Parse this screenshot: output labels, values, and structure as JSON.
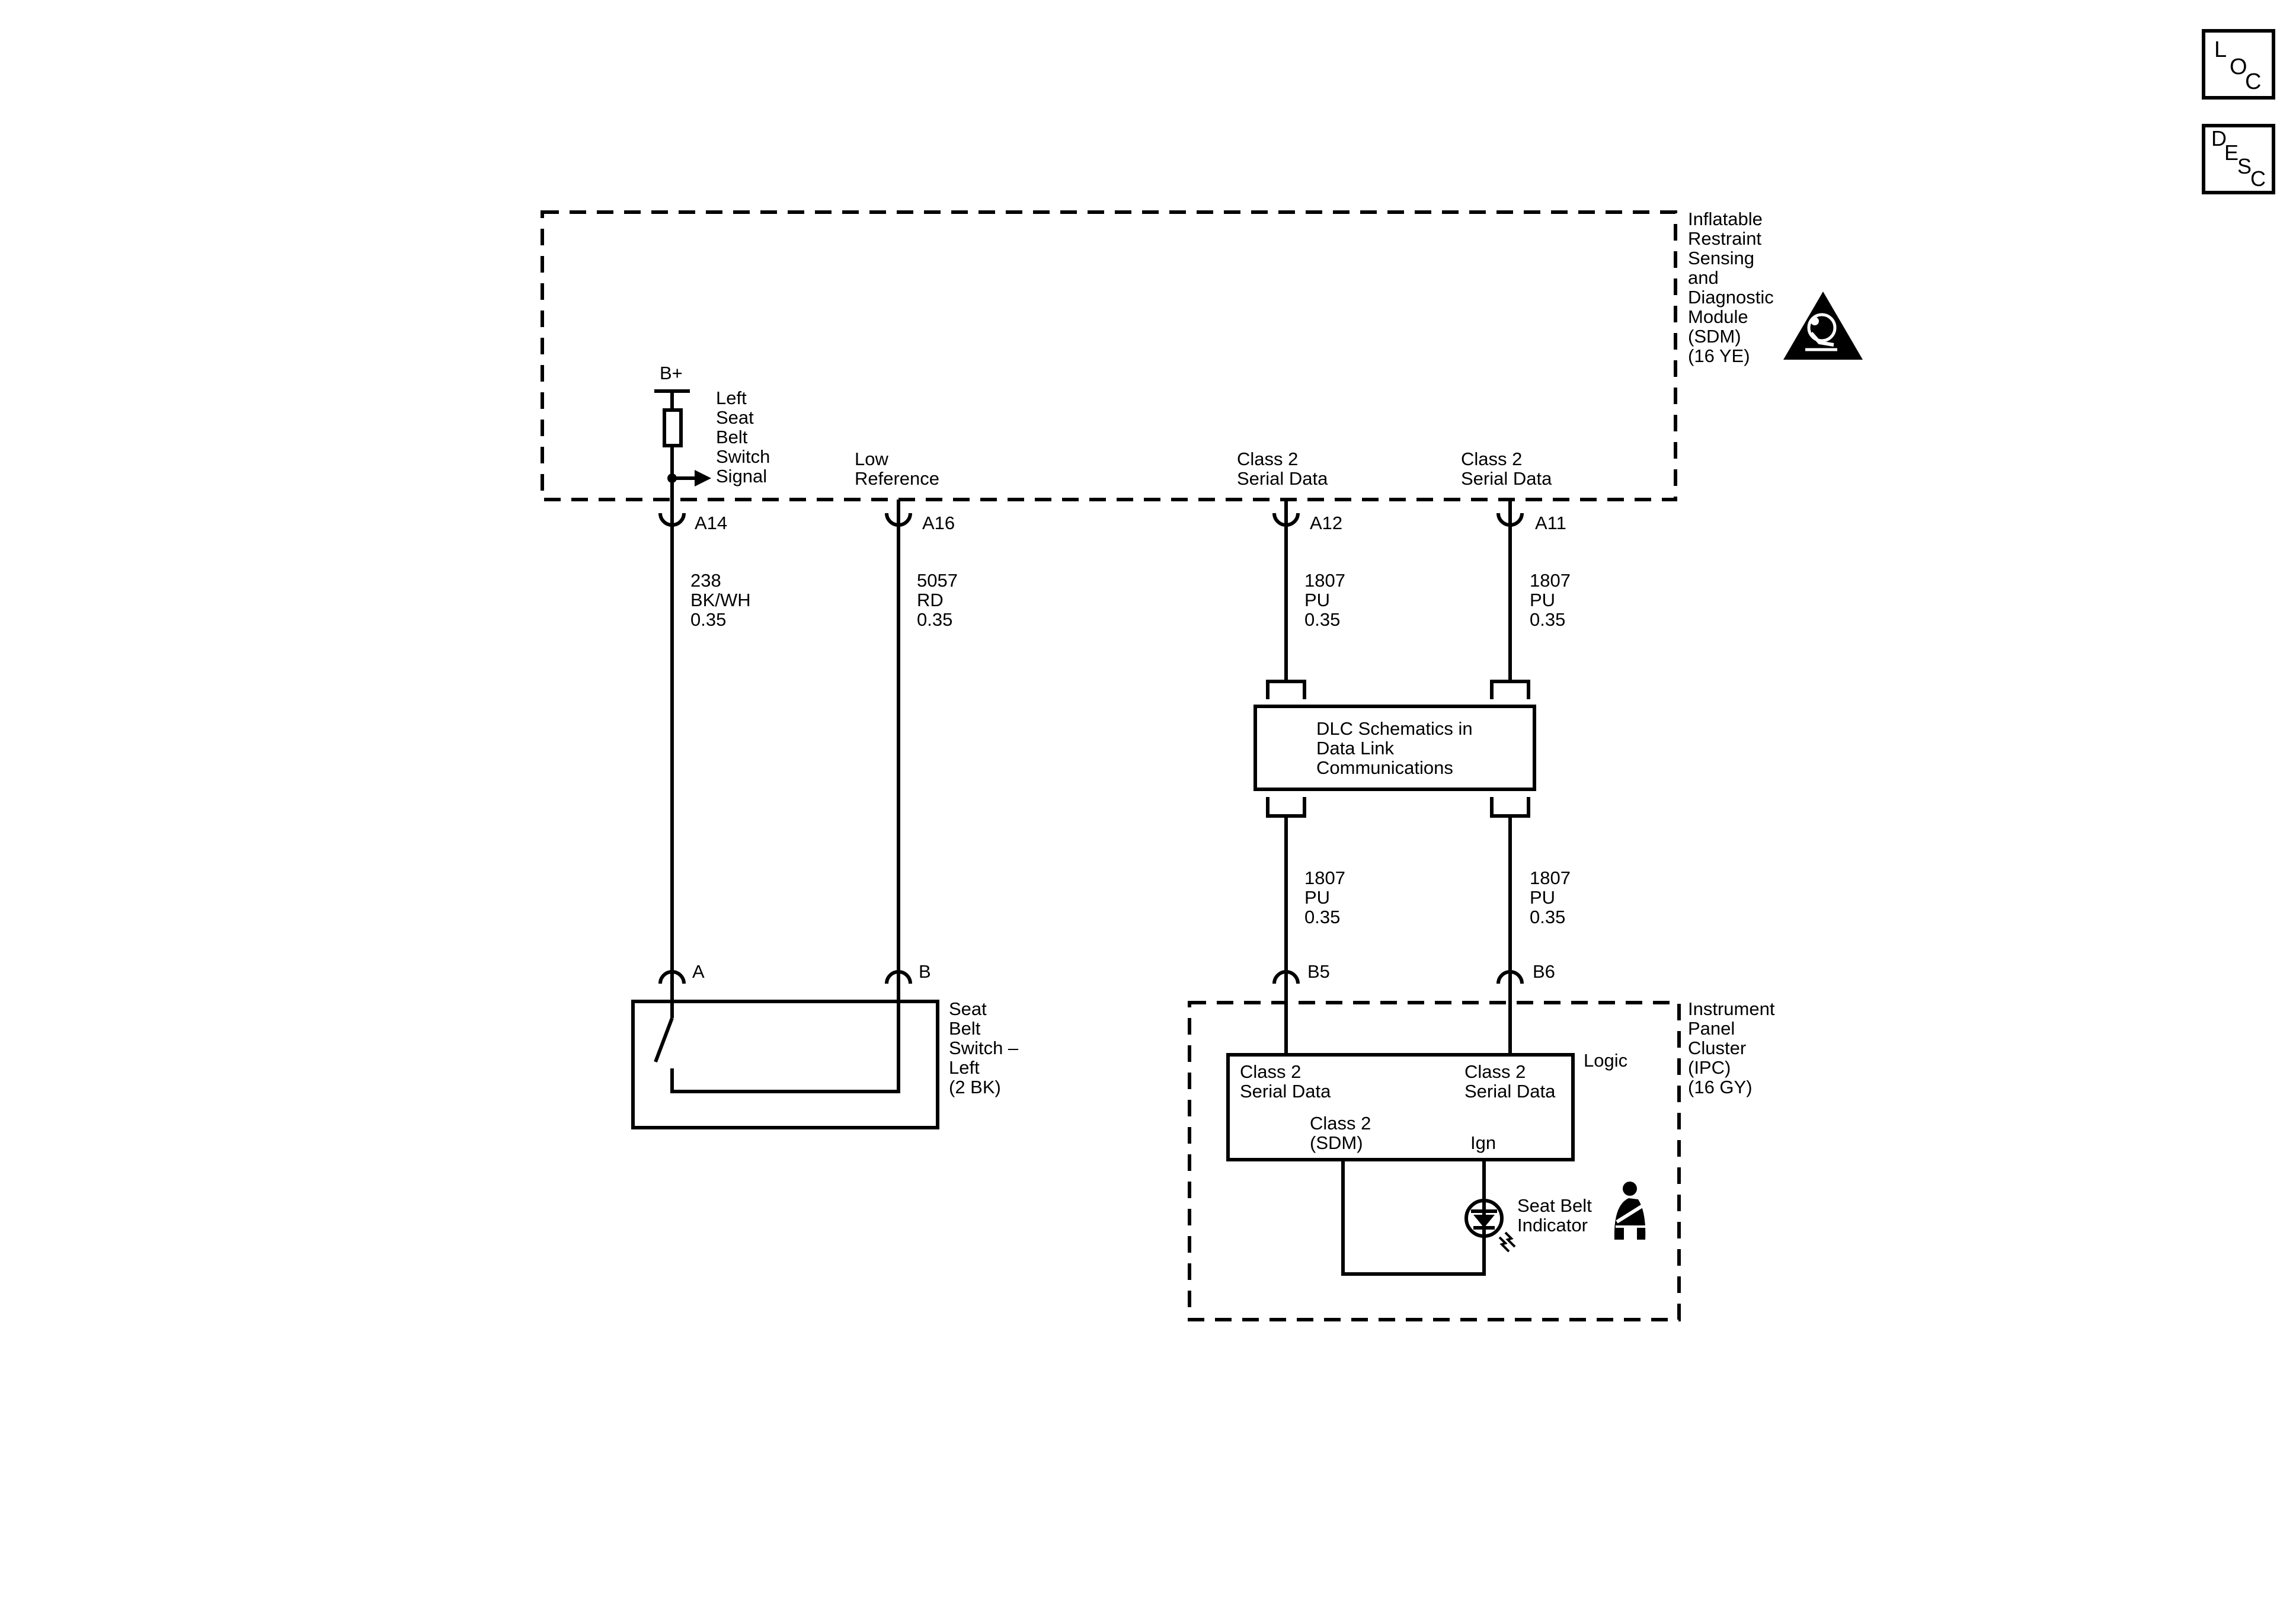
{
  "nav_icons": {
    "loc": {
      "l1": "L",
      "l2": "O",
      "l3": "C"
    },
    "desc": {
      "l1": "D",
      "l2": "E",
      "l3": "S",
      "l4": "C"
    }
  },
  "sdm": {
    "name": [
      "Inflatable",
      "Restraint",
      "Sensing",
      "and",
      "Diagnostic",
      "Module",
      "(SDM)",
      "(16 YE)"
    ],
    "battery": "B+",
    "switch_signal": [
      "Left",
      "Seat",
      "Belt",
      "Switch",
      "Signal"
    ],
    "low_reference": [
      "Low",
      "Reference"
    ],
    "serial_data_a12": [
      "Class 2",
      "Serial Data"
    ],
    "serial_data_a11": [
      "Class 2",
      "Serial Data"
    ]
  },
  "pins": {
    "a14": "A14",
    "a16": "A16",
    "a12": "A12",
    "a11": "A11",
    "a": "A",
    "b": "B",
    "b5": "B5",
    "b6": "B6"
  },
  "wires": {
    "w238": [
      "238",
      "BK/WH",
      "0.35"
    ],
    "w5057": [
      "5057",
      "RD",
      "0.35"
    ],
    "w1807_a12_upper": [
      "1807",
      "PU",
      "0.35"
    ],
    "w1807_a11_upper": [
      "1807",
      "PU",
      "0.35"
    ],
    "w1807_b5_lower": [
      "1807",
      "PU",
      "0.35"
    ],
    "w1807_b6_lower": [
      "1807",
      "PU",
      "0.35"
    ]
  },
  "dlc": [
    "DLC Schematics in",
    "Data Link",
    "Communications"
  ],
  "seat_belt_switch": [
    "Seat",
    "Belt",
    "Switch –",
    "Left",
    "(2 BK)"
  ],
  "ipc": {
    "name": [
      "Instrument",
      "Panel",
      "Cluster",
      "(IPC)",
      "(16 GY)"
    ],
    "logic": "Logic",
    "serial_left": [
      "Class 2",
      "Serial Data"
    ],
    "serial_right": [
      "Class 2",
      "Serial Data"
    ],
    "class2_sdm": [
      "Class 2",
      "(SDM)"
    ],
    "ign": "Ign",
    "indicator": [
      "Seat Belt",
      "Indicator"
    ]
  }
}
